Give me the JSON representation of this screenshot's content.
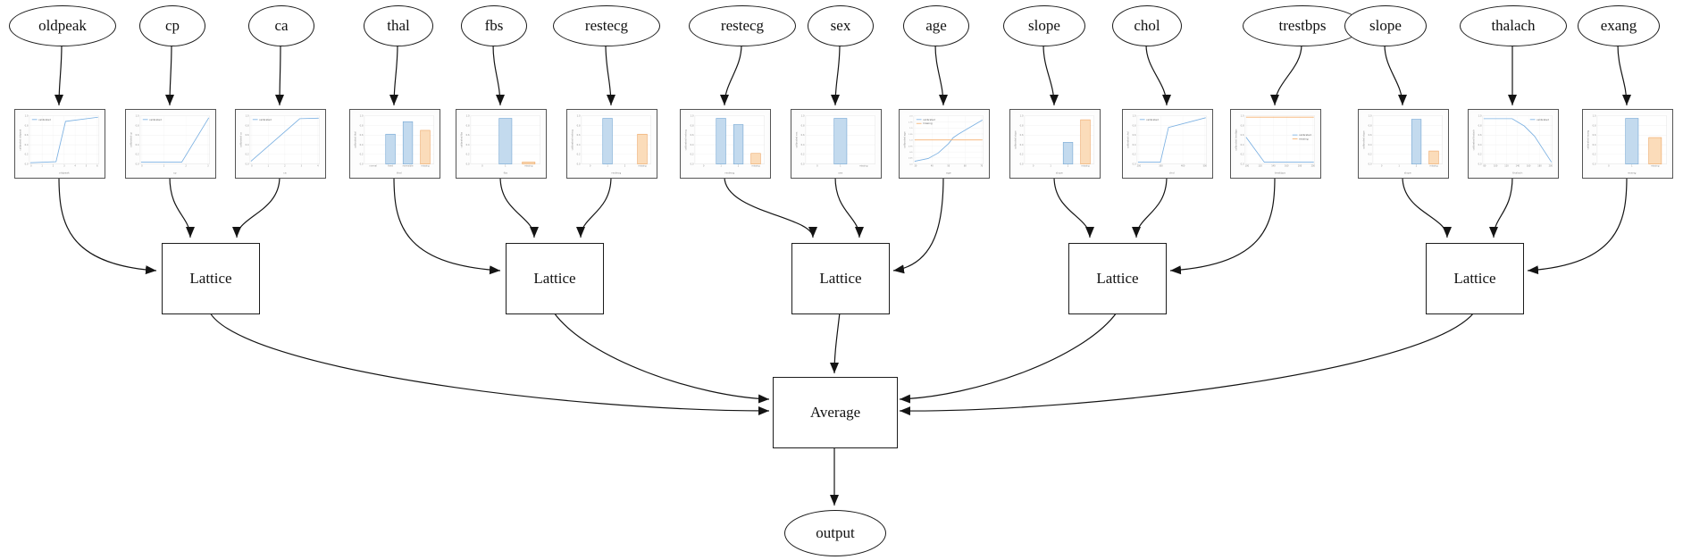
{
  "diagram": {
    "lattice_label": "Lattice",
    "average_label": "Average",
    "output_label": "output",
    "lattice_count": 5
  },
  "colors": {
    "calibrated_line": "#7cb1e2",
    "missing_line": "#f5b171",
    "bar_blue_fill": "#c3daee",
    "bar_blue_stroke": "#6fa3d2",
    "bar_orange_fill": "#fbdcba",
    "bar_orange_stroke": "#eca35f",
    "edge": "#141414"
  },
  "groups": [
    [
      0,
      1,
      2
    ],
    [
      3,
      4,
      5
    ],
    [
      6,
      7,
      8
    ],
    [
      9,
      10,
      11
    ],
    [
      12,
      13,
      14
    ]
  ],
  "features": [
    {
      "label": "oldpeak",
      "chart": {
        "type": "line",
        "xlabel": "oldpeak",
        "ylabel": "calibrated oldpeak",
        "yticks": [
          "1.0",
          "0.8",
          "0.6",
          "0.4",
          "0.2",
          "0.0"
        ],
        "xticks": [
          "0",
          "1",
          "2",
          "3",
          "4",
          "5",
          "6"
        ],
        "legend": [
          "calibrated"
        ],
        "legend_pos": "top-left",
        "series": [
          {
            "name": "calibrated",
            "points": [
              [
                0,
                0.01
              ],
              [
                0.38,
                0.03
              ],
              [
                0.52,
                0.9
              ],
              [
                1,
                0.99
              ]
            ]
          }
        ]
      }
    },
    {
      "label": "cp",
      "chart": {
        "type": "line",
        "xlabel": "cp",
        "ylabel": "calibrated cp",
        "yticks": [
          "1.0",
          "0.8",
          "0.6",
          "0.4",
          "0.2",
          "0.0"
        ],
        "xticks": [
          "0",
          "1",
          "2",
          "3"
        ],
        "legend": [
          "calibrated"
        ],
        "legend_pos": "top-left",
        "series": [
          {
            "name": "calibrated",
            "points": [
              [
                0,
                0.02
              ],
              [
                0.6,
                0.02
              ],
              [
                1,
                0.98
              ]
            ]
          }
        ]
      }
    },
    {
      "label": "ca",
      "chart": {
        "type": "line",
        "xlabel": "ca",
        "ylabel": "calibrated ca",
        "yticks": [
          "1.0",
          "0.8",
          "0.6",
          "0.4",
          "0.2",
          "0.0"
        ],
        "xticks": [
          "0",
          "1",
          "2",
          "3",
          "4"
        ],
        "legend": [
          "calibrated"
        ],
        "legend_pos": "top-left",
        "series": [
          {
            "name": "calibrated",
            "points": [
              [
                0,
                0.04
              ],
              [
                0.72,
                0.96
              ],
              [
                1,
                0.97
              ]
            ]
          }
        ]
      }
    },
    {
      "label": "thal",
      "chart": {
        "type": "bar",
        "xlabel": "thal",
        "ylabel": "calibrated thal",
        "yticks": [
          "1.0",
          "0.8",
          "0.6",
          "0.4",
          "0.2",
          "0.0"
        ],
        "categories": [
          "normal",
          "fixed",
          "reversible",
          "missing"
        ],
        "values": [
          0,
          0.62,
          0.88,
          0.7
        ],
        "bar_colors": [
          "blue",
          "blue",
          "blue",
          "orange"
        ]
      }
    },
    {
      "label": "fbs",
      "chart": {
        "type": "bar",
        "xlabel": "fbs",
        "ylabel": "calibrated fbs",
        "yticks": [
          "1.0",
          "0.8",
          "0.6",
          "0.4",
          "0.2",
          "0.0"
        ],
        "categories": [
          "0",
          "1",
          "missing"
        ],
        "values": [
          0,
          0.95,
          0.04
        ],
        "bar_colors": [
          "blue",
          "blue",
          "orange"
        ]
      }
    },
    {
      "label": "restecg",
      "chart": {
        "type": "bar",
        "xlabel": "restecg",
        "ylabel": "calibrated restecg",
        "yticks": [
          "1.0",
          "0.8",
          "0.6",
          "0.4",
          "0.2",
          "0.0"
        ],
        "categories": [
          "0",
          "1",
          "2",
          "missing"
        ],
        "values": [
          0,
          0.95,
          0,
          0.62
        ],
        "bar_colors": [
          "blue",
          "blue",
          "blue",
          "orange"
        ]
      }
    },
    {
      "label": "restecg",
      "chart": {
        "type": "bar",
        "xlabel": "restecg",
        "ylabel": "calibrated restecg",
        "yticks": [
          "1.0",
          "0.8",
          "0.6",
          "0.4",
          "0.2",
          "0.0"
        ],
        "categories": [
          "0",
          "1",
          "2",
          "missing"
        ],
        "values": [
          0,
          0.95,
          0.82,
          0.22
        ],
        "bar_colors": [
          "blue",
          "blue",
          "blue",
          "orange"
        ]
      }
    },
    {
      "label": "sex",
      "chart": {
        "type": "bar",
        "xlabel": "sex",
        "ylabel": "calibrated sex",
        "yticks": [
          "1.0",
          "0.8",
          "0.6",
          "0.4",
          "0.2",
          "0.0"
        ],
        "categories": [
          "0",
          "1",
          "missing"
        ],
        "values": [
          0,
          0.95,
          0
        ],
        "bar_colors": [
          "blue",
          "blue",
          "orange"
        ]
      }
    },
    {
      "label": "age",
      "chart": {
        "type": "line",
        "xlabel": "age",
        "ylabel": "calibrated age",
        "yticks": [
          "2.0",
          "1.75",
          "1.5",
          "1.25",
          "1.0",
          "0.75",
          "0.5",
          "0.25",
          "0.0"
        ],
        "xticks": [
          "30",
          "40",
          "50",
          "60",
          "70"
        ],
        "legend": [
          "calibrated",
          "missing"
        ],
        "legend_pos": "top-left",
        "series": [
          {
            "name": "calibrated",
            "points": [
              [
                0,
                0.04
              ],
              [
                0.2,
                0.1
              ],
              [
                0.35,
                0.22
              ],
              [
                0.5,
                0.42
              ],
              [
                0.57,
                0.55
              ],
              [
                0.65,
                0.63
              ],
              [
                0.8,
                0.76
              ],
              [
                1,
                0.93
              ]
            ]
          },
          {
            "name": "missing",
            "points": [
              [
                0,
                0.5
              ],
              [
                1,
                0.5
              ]
            ]
          }
        ]
      }
    },
    {
      "label": "slope",
      "chart": {
        "type": "bar",
        "xlabel": "slope",
        "ylabel": "calibrated slope",
        "yticks": [
          "1.0",
          "0.8",
          "0.6",
          "0.4",
          "0.2",
          "0.0"
        ],
        "categories": [
          "0",
          "1",
          "2",
          "missing"
        ],
        "values": [
          0,
          0,
          0.45,
          0.92
        ],
        "bar_colors": [
          "blue",
          "blue",
          "blue",
          "orange"
        ]
      }
    },
    {
      "label": "chol",
      "chart": {
        "type": "line",
        "xlabel": "chol",
        "ylabel": "calibrated chol",
        "yticks": [
          "1.0",
          "0.8",
          "0.6",
          "0.4",
          "0.2",
          "0.0"
        ],
        "xticks": [
          "200",
          "300",
          "400",
          "500"
        ],
        "legend": [
          "calibrated"
        ],
        "legend_pos": "top-left",
        "series": [
          {
            "name": "calibrated",
            "points": [
              [
                0,
                0.02
              ],
              [
                0.33,
                0.02
              ],
              [
                0.45,
                0.77
              ],
              [
                1,
                0.98
              ]
            ]
          }
        ]
      }
    },
    {
      "label": "trestbps",
      "chart": {
        "type": "line",
        "xlabel": "trestbps",
        "ylabel": "calibrated trestbps",
        "yticks": [
          "1.0",
          "0.8",
          "0.6",
          "0.4",
          "0.2",
          "0.0"
        ],
        "xticks": [
          "100",
          "120",
          "140",
          "160",
          "180",
          "200"
        ],
        "legend": [
          "calibrated",
          "missing"
        ],
        "legend_pos": "mid-right",
        "series": [
          {
            "name": "calibrated",
            "points": [
              [
                0,
                0.56
              ],
              [
                0.27,
                0.02
              ],
              [
                1,
                0.02
              ]
            ]
          },
          {
            "name": "missing",
            "points": [
              [
                0,
                0.99
              ],
              [
                1,
                0.99
              ]
            ]
          }
        ]
      }
    },
    {
      "label": "slope",
      "chart": {
        "type": "bar",
        "xlabel": "slope",
        "ylabel": "calibrated slope",
        "yticks": [
          "1.0",
          "0.8",
          "0.6",
          "0.4",
          "0.2",
          "0.0"
        ],
        "categories": [
          "0",
          "1",
          "2",
          "missing"
        ],
        "values": [
          0,
          0,
          0.93,
          0.27
        ],
        "bar_colors": [
          "blue",
          "blue",
          "blue",
          "orange"
        ]
      }
    },
    {
      "label": "thalach",
      "chart": {
        "type": "line",
        "xlabel": "thalach",
        "ylabel": "calibrated thalach",
        "yticks": [
          "1.0",
          "0.8",
          "0.6",
          "0.4",
          "0.2",
          "0.0"
        ],
        "xticks": [
          "80",
          "100",
          "120",
          "140",
          "160",
          "180",
          "200"
        ],
        "legend": [
          "calibrated"
        ],
        "legend_pos": "top-right",
        "series": [
          {
            "name": "calibrated",
            "points": [
              [
                0,
                0.96
              ],
              [
                0.42,
                0.96
              ],
              [
                0.6,
                0.8
              ],
              [
                0.75,
                0.58
              ],
              [
                1,
                0.02
              ]
            ]
          }
        ]
      }
    },
    {
      "label": "exang",
      "chart": {
        "type": "bar",
        "xlabel": "exang",
        "ylabel": "calibrated exang",
        "yticks": [
          "1.0",
          "0.8",
          "0.6",
          "0.4",
          "0.2",
          "0.0"
        ],
        "categories": [
          "0",
          "1",
          "missing"
        ],
        "values": [
          0,
          0.95,
          0.55
        ],
        "bar_colors": [
          "blue",
          "blue",
          "orange"
        ]
      }
    }
  ]
}
